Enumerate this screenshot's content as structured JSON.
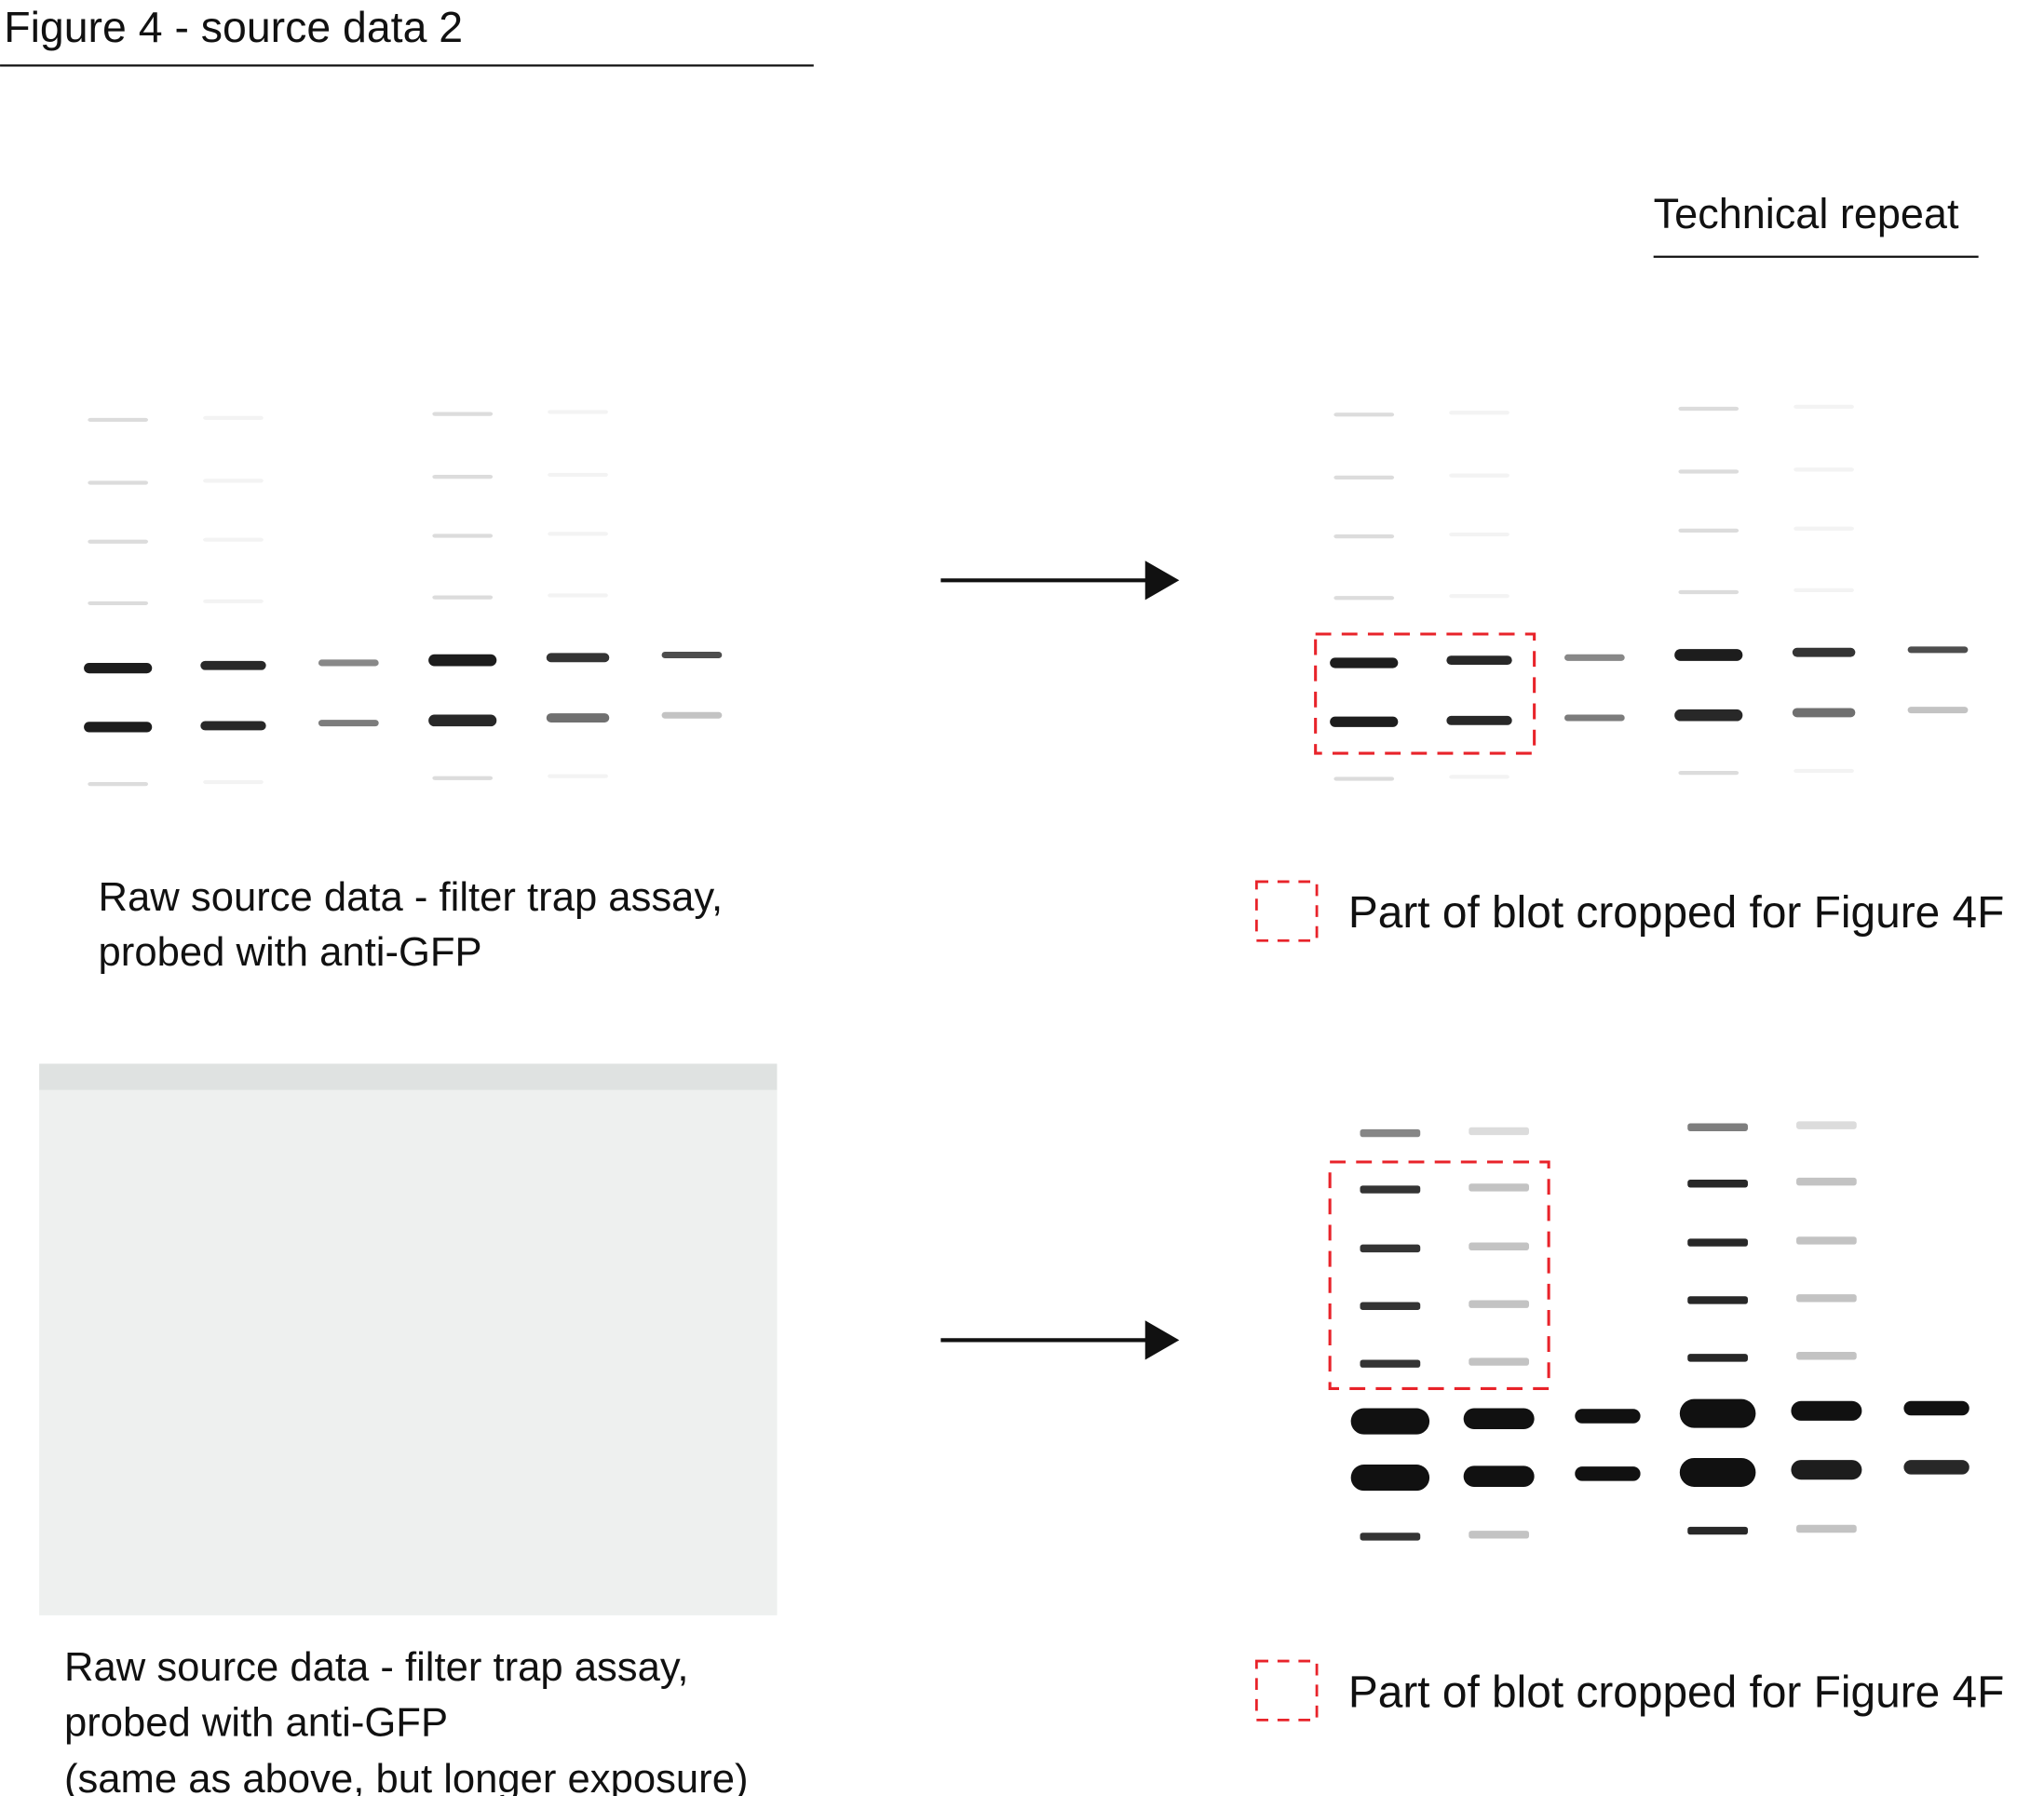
{
  "title": "Figure 4 - source data 2",
  "technical_repeat_label": "Technical repeat",
  "panel_top": {
    "caption_lines": [
      "Raw source data - filter trap assay,",
      "probed with anti-GFP"
    ],
    "legend_label": "Part of blot cropped for Figure 4F"
  },
  "panel_bottom": {
    "caption_lines": [
      "Raw source data - filter trap assay,",
      "probed with anti-GFP",
      "(same as above, but longer exposure)"
    ],
    "legend_label": "Part of blot cropped for Figure 4F"
  },
  "colors": {
    "crop_box": "#e8232a",
    "text": "#111111",
    "membrane_long_exposure": "#eef0ef"
  }
}
